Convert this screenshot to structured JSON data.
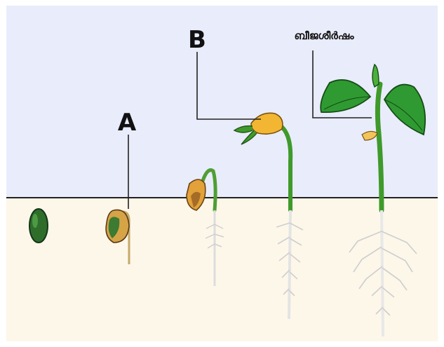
{
  "labels": {
    "a": "A",
    "b": "B",
    "plumule": "ബീജശീർഷം"
  },
  "colors": {
    "sky": "#e9ecfa",
    "soil": "#fdf7ea",
    "ground_line": "#222222",
    "stem_green": "#3f9a2b",
    "leaf_green": "#2f9a31",
    "seed_green": "#2f6e2a",
    "cotyledon_yellow": "#f3b632",
    "root_white": "#f4f4f4"
  },
  "stages": [
    {
      "name": "seed"
    },
    {
      "name": "germinating-seed"
    },
    {
      "name": "hook-seedling"
    },
    {
      "name": "emerging-seedling"
    },
    {
      "name": "young-plant"
    }
  ]
}
